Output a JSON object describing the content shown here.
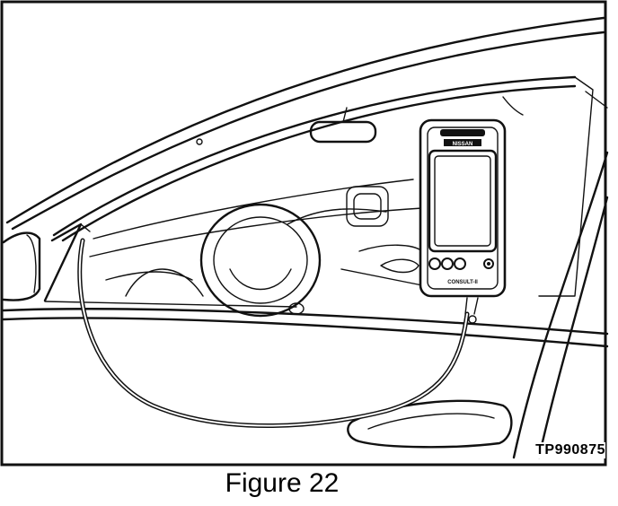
{
  "drawing_id": "TP990875",
  "caption": "Figure 22",
  "device": {
    "brand_label": "NISSAN",
    "model_label": "CONSULT-II"
  }
}
